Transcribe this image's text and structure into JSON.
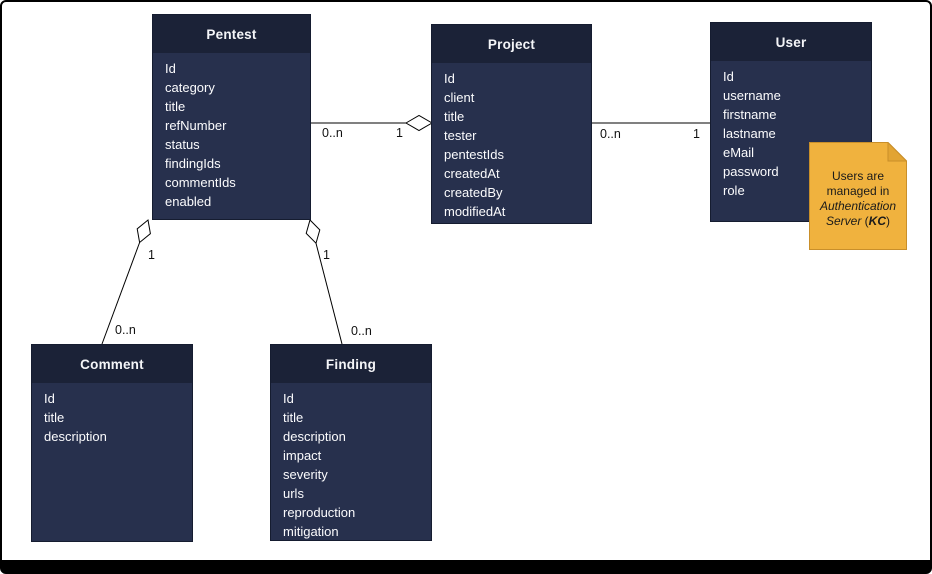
{
  "diagram": {
    "entities": [
      {
        "name": "Pentest",
        "fields": [
          "Id",
          "category",
          "title",
          "refNumber",
          "status",
          "findingIds",
          "commentIds",
          "enabled"
        ]
      },
      {
        "name": "Project",
        "fields": [
          "Id",
          "client",
          "title",
          "tester",
          "pentestIds",
          "createdAt",
          "createdBy",
          "modifiedAt"
        ]
      },
      {
        "name": "User",
        "fields": [
          "Id",
          "username",
          "firstname",
          "lastname",
          "eMail",
          "password",
          "role"
        ]
      },
      {
        "name": "Comment",
        "fields": [
          "Id",
          "title",
          "description"
        ]
      },
      {
        "name": "Finding",
        "fields": [
          "Id",
          "title",
          "description",
          "impact",
          "severity",
          "urls",
          "reproduction",
          "mitigation"
        ]
      }
    ],
    "relationships": [
      {
        "from": "Pentest",
        "to": "Project",
        "type": "aggregation",
        "diamond_at": "Project",
        "from_multiplicity": "0..n",
        "to_multiplicity": "1"
      },
      {
        "from": "Project",
        "to": "User",
        "type": "association",
        "from_multiplicity": "0..n",
        "to_multiplicity": "1"
      },
      {
        "from": "Pentest",
        "to": "Comment",
        "type": "aggregation",
        "diamond_at": "Pentest",
        "from_multiplicity": "1",
        "to_multiplicity": "0..n"
      },
      {
        "from": "Pentest",
        "to": "Finding",
        "type": "aggregation",
        "diamond_at": "Pentest",
        "from_multiplicity": "1",
        "to_multiplicity": "0..n"
      }
    ],
    "note": {
      "line1": "Users are",
      "line2": "managed in",
      "line3_italic": "Authentication",
      "line4_italic": "Server",
      "line4_open": " (",
      "line4_bold_italic": "KC",
      "line4_close": ")"
    },
    "colors": {
      "entity_header": "#1b2237",
      "entity_body": "#27304d",
      "entity_text": "#ffffff",
      "note_fill": "#f0b23e",
      "note_border": "#c98f2a",
      "line": "#000000",
      "frame_border": "#000000"
    }
  }
}
